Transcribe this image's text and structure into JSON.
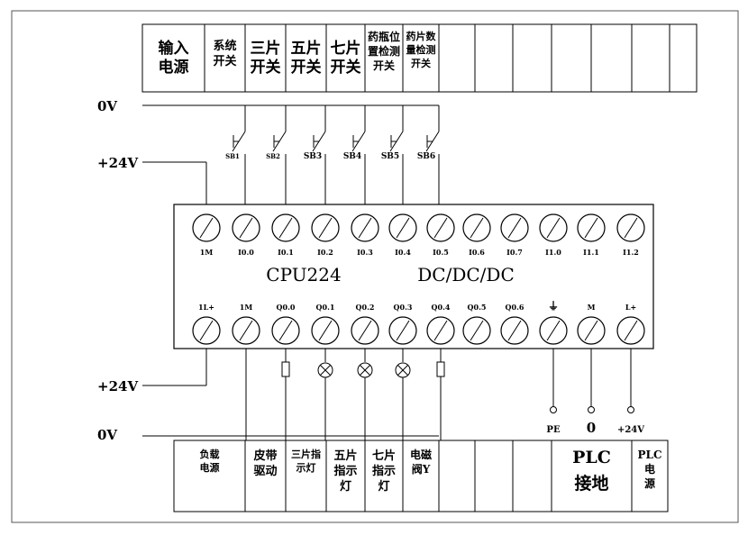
{
  "top_header": [
    "输入\n电源",
    "系统\n开关",
    "三片\n开关",
    "五片\n开关",
    "七片\n开关",
    "药瓶位\n置检测\n开关",
    "药片数\n量检测\n开关",
    "",
    "",
    "",
    "",
    "",
    "",
    ""
  ],
  "bottom_header": [
    "负载\n电源",
    "皮带\n驱动",
    "三片指\n示灯",
    "五片\n指示\n灯",
    "七片\n指示\n灯",
    "电磁\n阀Y",
    "",
    "",
    "",
    "PLC\n接地",
    "PLC\n电\n源"
  ],
  "rail_left": {
    "top_0v": "0V",
    "top_24v": "+24V",
    "bottom_24v": "+24V",
    "bottom_0v": "0V"
  },
  "switches": [
    "SB1",
    "SB2",
    "SB3",
    "SB4",
    "SB5",
    "SB6"
  ],
  "plc": {
    "model": "CPU224",
    "type": "DC/DC/DC",
    "inputs": [
      "1M",
      "I0.0",
      "I0.1",
      "I0.2",
      "I0.3",
      "I0.4",
      "I0.5",
      "I0.6",
      "I0.7",
      "I1.0",
      "I1.1",
      "I1.2"
    ],
    "outputs": [
      "1L+",
      "1M",
      "Q0.0",
      "Q0.1",
      "Q0.2",
      "Q0.3",
      "Q0.4",
      "Q0.5",
      "Q0.6",
      "⏚",
      "M",
      "L+"
    ]
  },
  "power_terms": [
    "PE",
    "0",
    "+24V"
  ]
}
